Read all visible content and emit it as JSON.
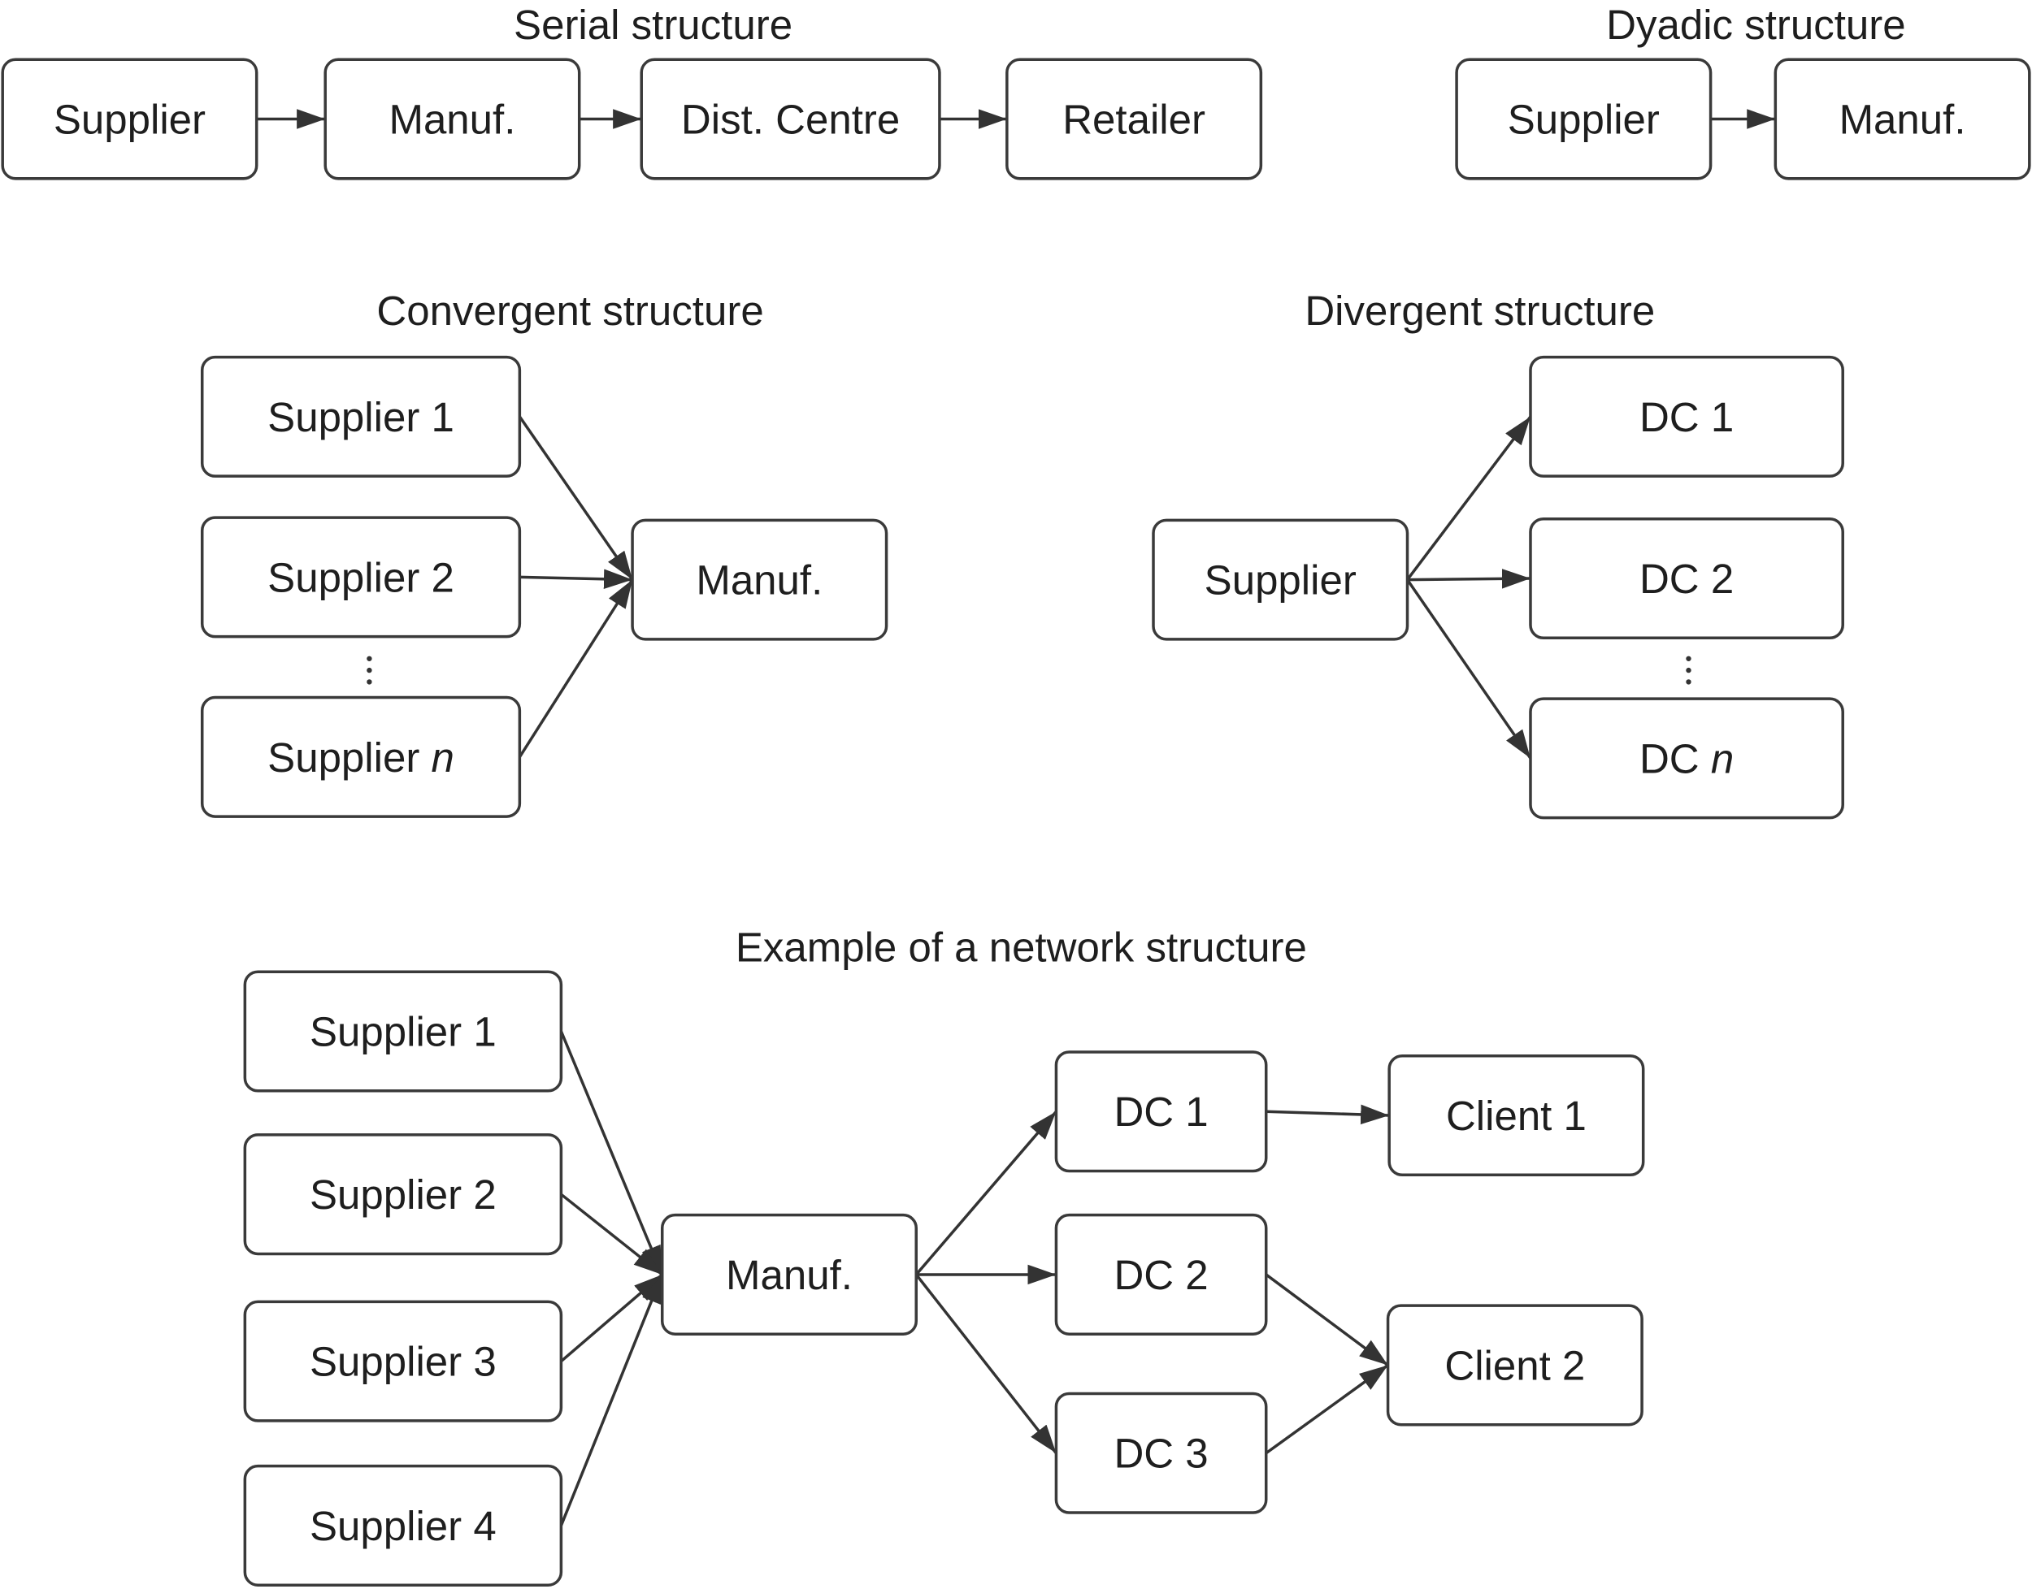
{
  "sections": {
    "serial": {
      "title": "Serial structure"
    },
    "dyadic": {
      "title": "Dyadic structure"
    },
    "convergent": {
      "title": "Convergent structure"
    },
    "divergent": {
      "title": "Divergent structure"
    },
    "network": {
      "title": "Example of a network structure"
    }
  },
  "nodes": {
    "serial_supplier": {
      "label": "Supplier"
    },
    "serial_manuf": {
      "label": "Manuf."
    },
    "serial_dc": {
      "label": "Dist. Centre"
    },
    "serial_retailer": {
      "label": "Retailer"
    },
    "dyadic_supplier": {
      "label": "Supplier"
    },
    "dyadic_manuf": {
      "label": "Manuf."
    },
    "conv_supplier1": {
      "label": "Supplier 1"
    },
    "conv_supplier2": {
      "label": "Supplier 2"
    },
    "conv_suppliern": {
      "label": "Supplier ",
      "italic_suffix": "n"
    },
    "conv_manuf": {
      "label": "Manuf."
    },
    "div_supplier": {
      "label": "Supplier"
    },
    "div_dc1": {
      "label": "DC 1"
    },
    "div_dc2": {
      "label": "DC 2"
    },
    "div_dcn": {
      "label": "DC ",
      "italic_suffix": "n"
    },
    "net_supplier1": {
      "label": "Supplier 1"
    },
    "net_supplier2": {
      "label": "Supplier 2"
    },
    "net_supplier3": {
      "label": "Supplier 3"
    },
    "net_supplier4": {
      "label": "Supplier 4"
    },
    "net_manuf": {
      "label": "Manuf."
    },
    "net_dc1": {
      "label": "DC 1"
    },
    "net_dc2": {
      "label": "DC 2"
    },
    "net_dc3": {
      "label": "DC 3"
    },
    "net_client1": {
      "label": "Client 1"
    },
    "net_client2": {
      "label": "Client 2"
    }
  },
  "edges": [
    [
      "serial_supplier",
      "serial_manuf"
    ],
    [
      "serial_manuf",
      "serial_dc"
    ],
    [
      "serial_dc",
      "serial_retailer"
    ],
    [
      "dyadic_supplier",
      "dyadic_manuf"
    ],
    [
      "conv_supplier1",
      "conv_manuf"
    ],
    [
      "conv_supplier2",
      "conv_manuf"
    ],
    [
      "conv_suppliern",
      "conv_manuf"
    ],
    [
      "div_supplier",
      "div_dc1"
    ],
    [
      "div_supplier",
      "div_dc2"
    ],
    [
      "div_supplier",
      "div_dcn"
    ],
    [
      "net_supplier1",
      "net_manuf"
    ],
    [
      "net_supplier2",
      "net_manuf"
    ],
    [
      "net_supplier3",
      "net_manuf"
    ],
    [
      "net_supplier4",
      "net_manuf"
    ],
    [
      "net_manuf",
      "net_dc1"
    ],
    [
      "net_manuf",
      "net_dc2"
    ],
    [
      "net_manuf",
      "net_dc3"
    ],
    [
      "net_dc1",
      "net_client1"
    ],
    [
      "net_dc2",
      "net_client2"
    ],
    [
      "net_dc3",
      "net_client2"
    ]
  ],
  "ellipsis": "⋮"
}
